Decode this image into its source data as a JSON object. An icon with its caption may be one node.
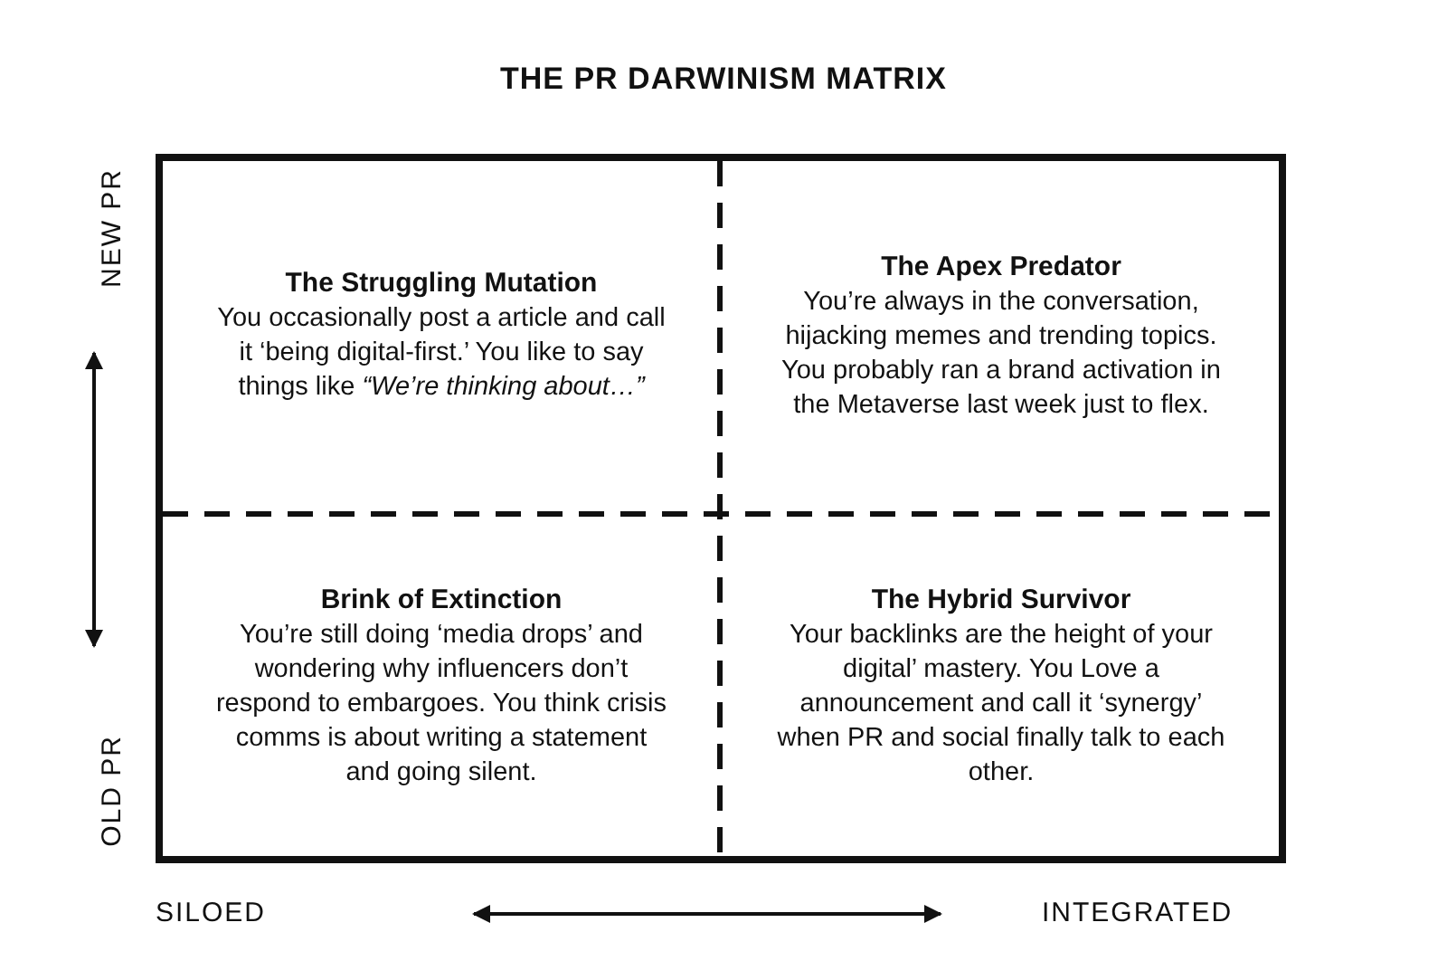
{
  "diagram": {
    "title": "THE PR DARWINISM MATRIX",
    "nodes": [
      {
        "text": [
          "The Struggling Mutation",
          "You occasionally post a article and call it ‘being digital-first.’ You like to say things like *“We’re thinking about…”*"
        ]
      },
      {
        "text": [
          "The Apex Predator",
          "You’re always in the conversation, hijacking memes and trending topics. You probably ran a brand activation in the Metaverse last week just to flex."
        ]
      },
      {
        "text": [
          "Brink of Extinction",
          "You’re still doing ‘media drops’ and wondering why influencers don’t respond to embargoes. You think crisis comms is about writing a statement and going silent."
        ]
      },
      {
        "text": [
          "The Hybrid Survivor",
          "Your backlinks are the height of your digital’ mastery. You Love a announcement and call it ‘synergy’ when PR and social finally talk to each other."
        ]
      }
    ],
    "labels": [
      "NEW PR",
      "OLD PR",
      "SILOED",
      "INTEGRATED"
    ]
  }
}
